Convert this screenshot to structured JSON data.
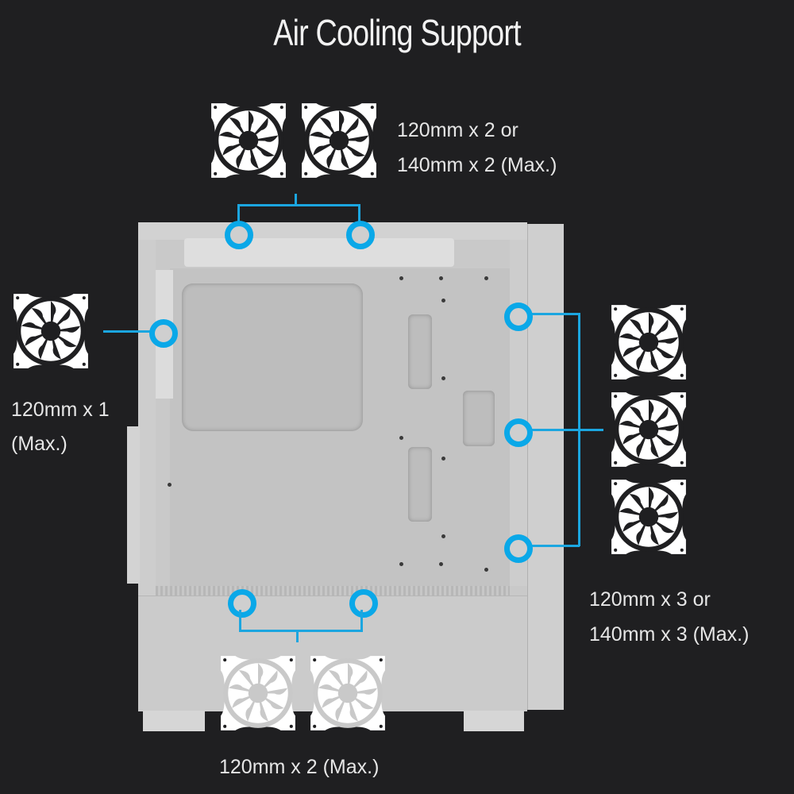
{
  "title": "Air Cooling Support",
  "colors": {
    "background": "#1f1f21",
    "accent": "#0aa8e8",
    "case": "#c9c9c9",
    "text": "#e6e6e6"
  },
  "callouts": {
    "top": {
      "line1": "120mm x 2 or",
      "line2": "140mm x 2 (Max.)",
      "fan_count": 2,
      "icon": "fan-icon"
    },
    "rear": {
      "line1": "120mm x 1",
      "line2": "(Max.)",
      "fan_count": 1,
      "icon": "fan-icon"
    },
    "front": {
      "line1": "120mm x 3 or",
      "line2": "140mm x 3 (Max.)",
      "fan_count": 3,
      "icon": "fan-icon"
    },
    "bottom": {
      "line1": "120mm x 2 (Max.)",
      "fan_count": 2,
      "icon": "fan-icon"
    }
  }
}
